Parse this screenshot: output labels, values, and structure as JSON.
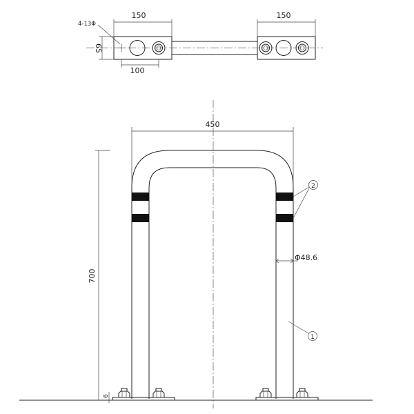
{
  "plan_view": {
    "hole_note": "4-13Φ",
    "dim_left_plate": "150",
    "dim_right_plate": "150",
    "dim_plate_depth": "65",
    "dim_bolt_pitch": "100"
  },
  "elevation": {
    "dim_width": "450",
    "dim_height": "700",
    "dim_pipe_diameter": "Φ48.6",
    "dim_base_thickness": "6",
    "callout_pipe": "1",
    "callout_bands": "2"
  }
}
